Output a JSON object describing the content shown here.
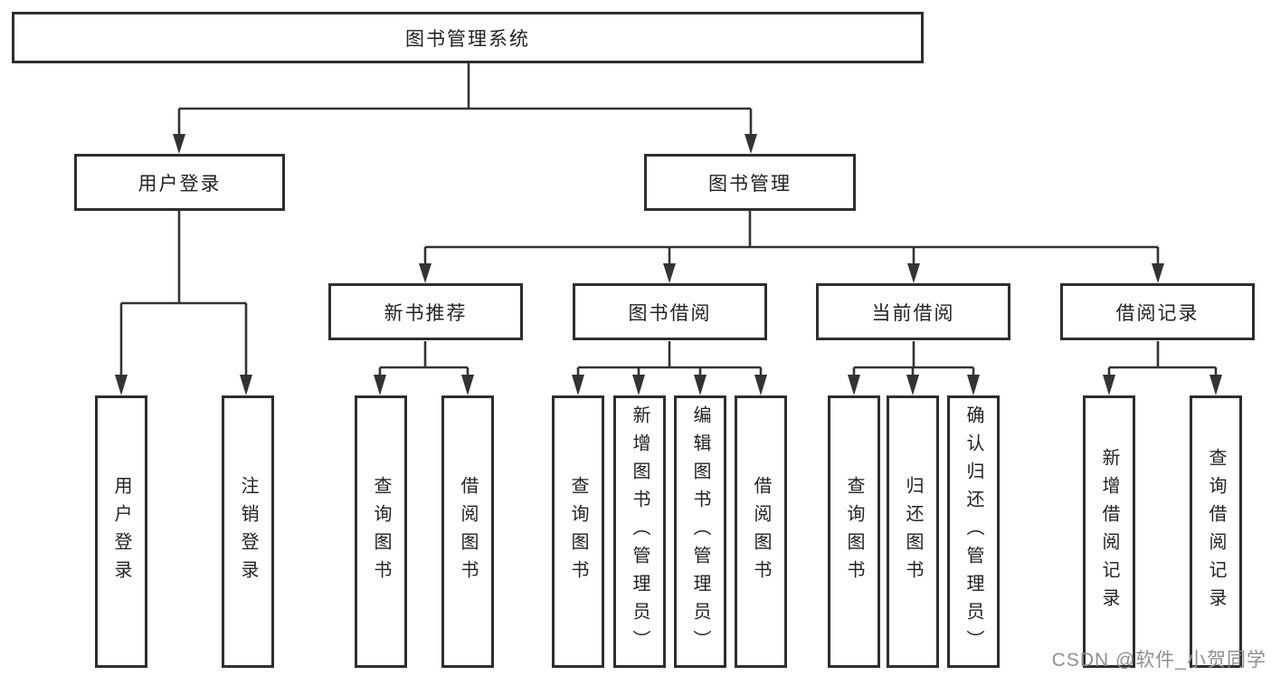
{
  "diagram": {
    "root": {
      "label": "图书管理系统"
    },
    "level2": [
      {
        "label": "用户登录"
      },
      {
        "label": "图书管理"
      }
    ],
    "level3": [
      {
        "label": "新书推荐"
      },
      {
        "label": "图书借阅"
      },
      {
        "label": "当前借阅"
      },
      {
        "label": "借阅记录"
      }
    ],
    "leaves": {
      "user_login": [
        "用户登录",
        "注销登录"
      ],
      "new_book_recommend": [
        "查询图书",
        "借阅图书"
      ],
      "book_borrow": [
        "查询图书",
        "新增图书（管理员）",
        "编辑图书（管理员）",
        "借阅图书"
      ],
      "current_borrow": [
        "查询图书",
        "归还图书",
        "确认归还（管理员）"
      ],
      "borrow_record": [
        "新增借阅记录",
        "查询借阅记录"
      ]
    }
  },
  "watermark": {
    "text": "CSDN @软件_小贺同学"
  },
  "colors": {
    "line": "#333333",
    "box_border": "#2e2e2e",
    "box_fill": "#ffffff",
    "text": "#222222",
    "watermark": "#8f8f8f"
  }
}
